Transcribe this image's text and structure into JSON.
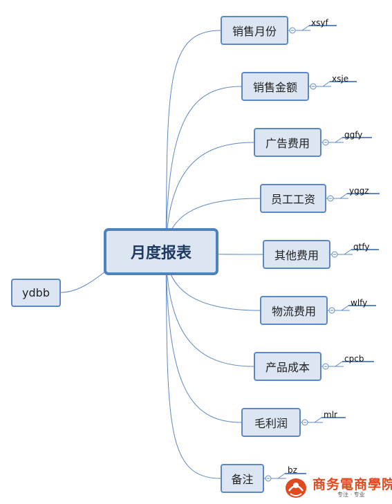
{
  "central": {
    "label": "月度报表"
  },
  "left_node": {
    "label": "ydbb"
  },
  "branches": [
    {
      "label": "销售月份",
      "code": "xsyf"
    },
    {
      "label": "销售金额",
      "code": "xsje"
    },
    {
      "label": "广告费用",
      "code": "ggfy"
    },
    {
      "label": "员工工资",
      "code": "yggz"
    },
    {
      "label": "其他费用",
      "code": "qtfy"
    },
    {
      "label": "物流费用",
      "code": "wlfy"
    },
    {
      "label": "产品成本",
      "code": "cpcb"
    },
    {
      "label": "毛利润",
      "code": "mlr"
    },
    {
      "label": "备注",
      "code": "bz"
    }
  ],
  "logo": {
    "title": "商务電商學院",
    "subtitle": "专注 · 专业"
  },
  "colors": {
    "node_fill": "#dce6f2",
    "node_border": "#5b87c5",
    "connector": "#5b87c5",
    "logo": "#e04a1f"
  }
}
